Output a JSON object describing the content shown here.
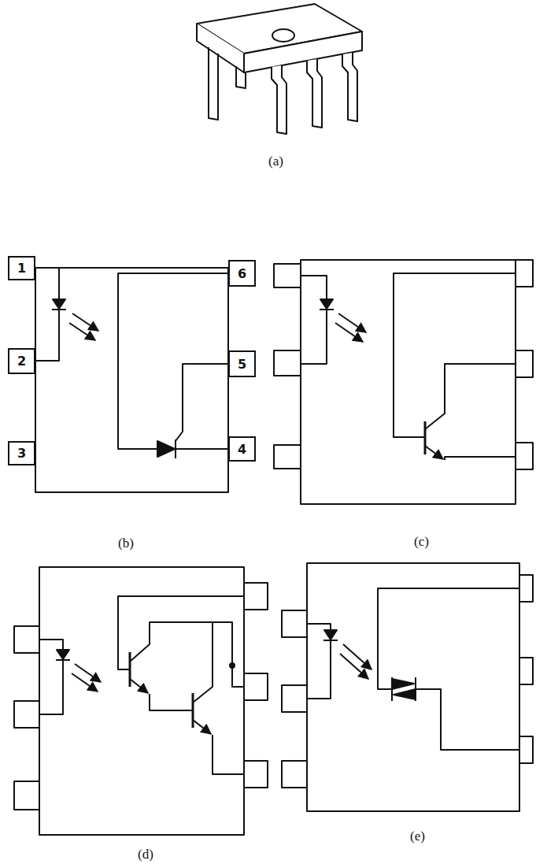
{
  "diagram": {
    "nodes": [
      {
        "text": [
          "1"
        ]
      },
      {
        "text": [
          "2"
        ]
      },
      {
        "text": [
          "3"
        ]
      },
      {
        "text": [
          "6"
        ]
      },
      {
        "text": [
          "5"
        ]
      },
      {
        "text": [
          "4"
        ]
      }
    ],
    "labels": [
      "(a)",
      "(b)",
      "(c)",
      "(d)",
      "(e)"
    ]
  }
}
